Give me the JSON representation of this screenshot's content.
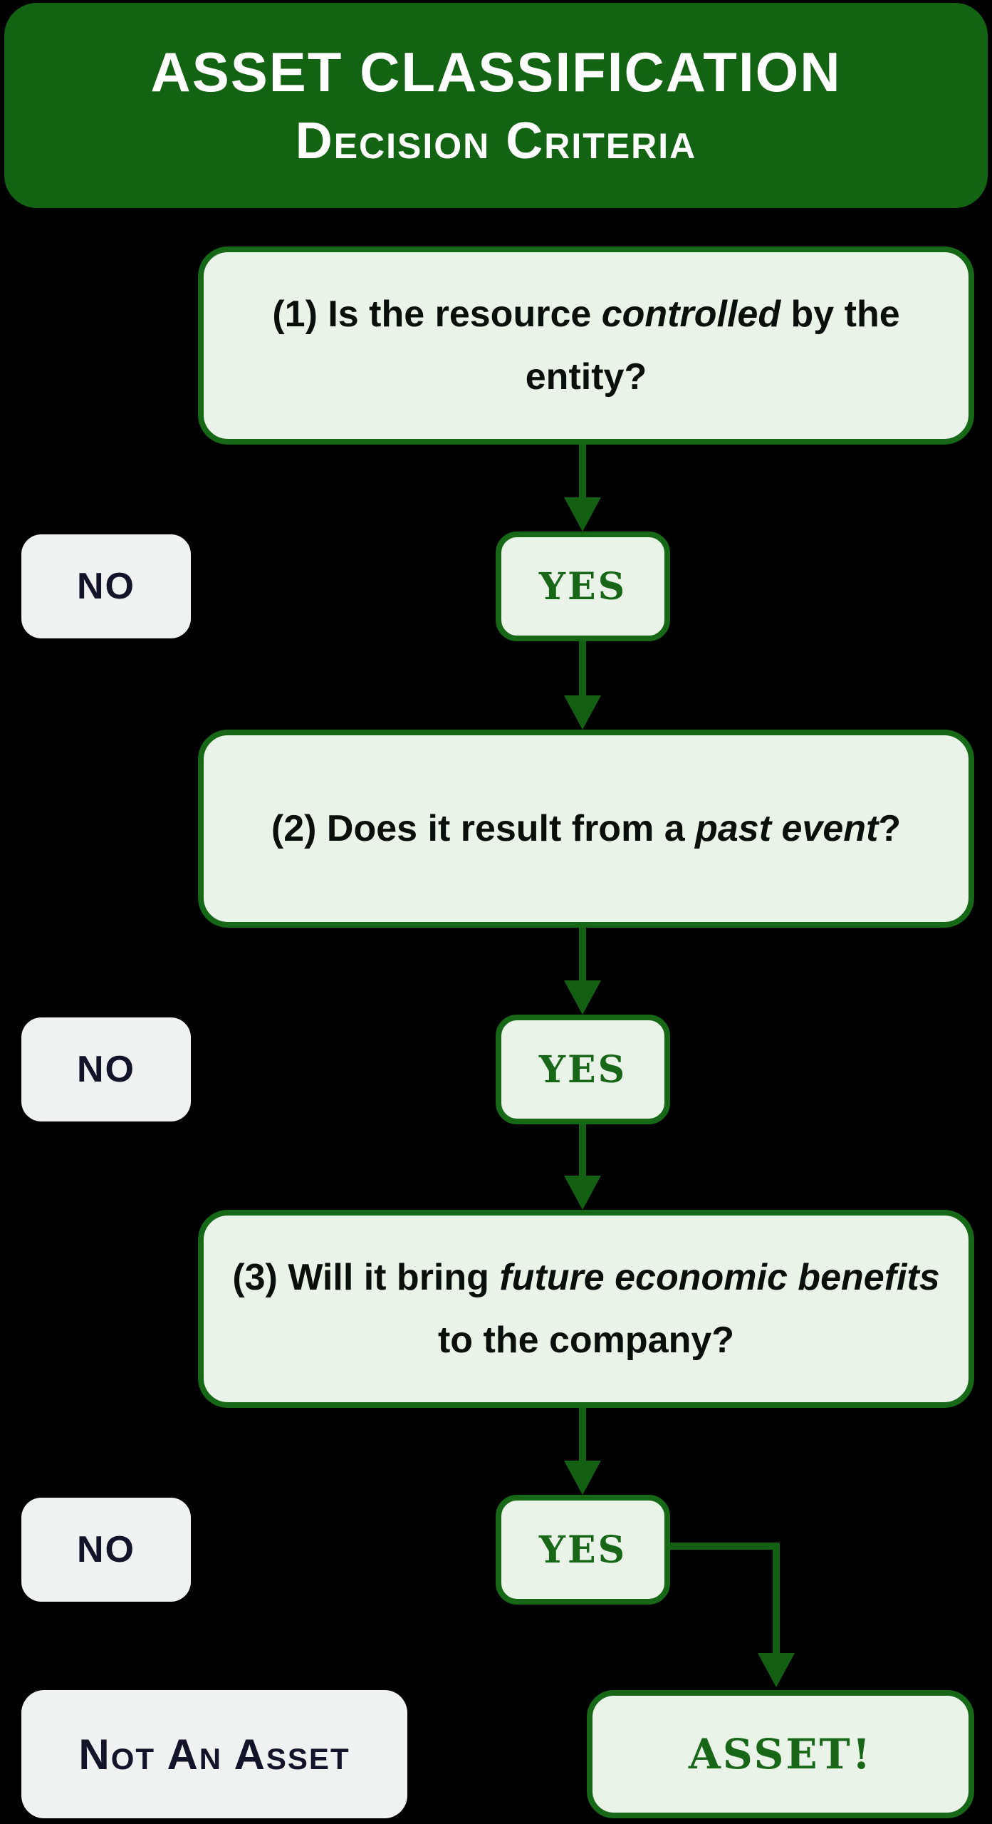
{
  "header": {
    "line1": "ASSET CLASSIFICATION",
    "line2": "Decision Criteria"
  },
  "questions": [
    {
      "pre": "(1) Is the resource ",
      "em": "controlled",
      "post": " by the entity?"
    },
    {
      "pre": "(2) Does it result from a ",
      "em": "past event",
      "post": "?"
    },
    {
      "pre": "(3) Will it bring ",
      "em": "future economic benefits",
      "post": " to the company?"
    }
  ],
  "labels": {
    "yes": "YES",
    "no": "NO",
    "not_an_asset": "Not An Asset",
    "asset": "ASSET!"
  },
  "colors": {
    "header_bg": "#126312",
    "box_fill": "#e9f3e7",
    "box_border": "#166716",
    "arrow": "#136013",
    "neutral_fill": "#eff2f0",
    "navy_text": "#13132a",
    "green_text": "#186618",
    "question_text": "#0b0f0b",
    "white_text": "#ffffff",
    "page_bg": "#000000"
  }
}
